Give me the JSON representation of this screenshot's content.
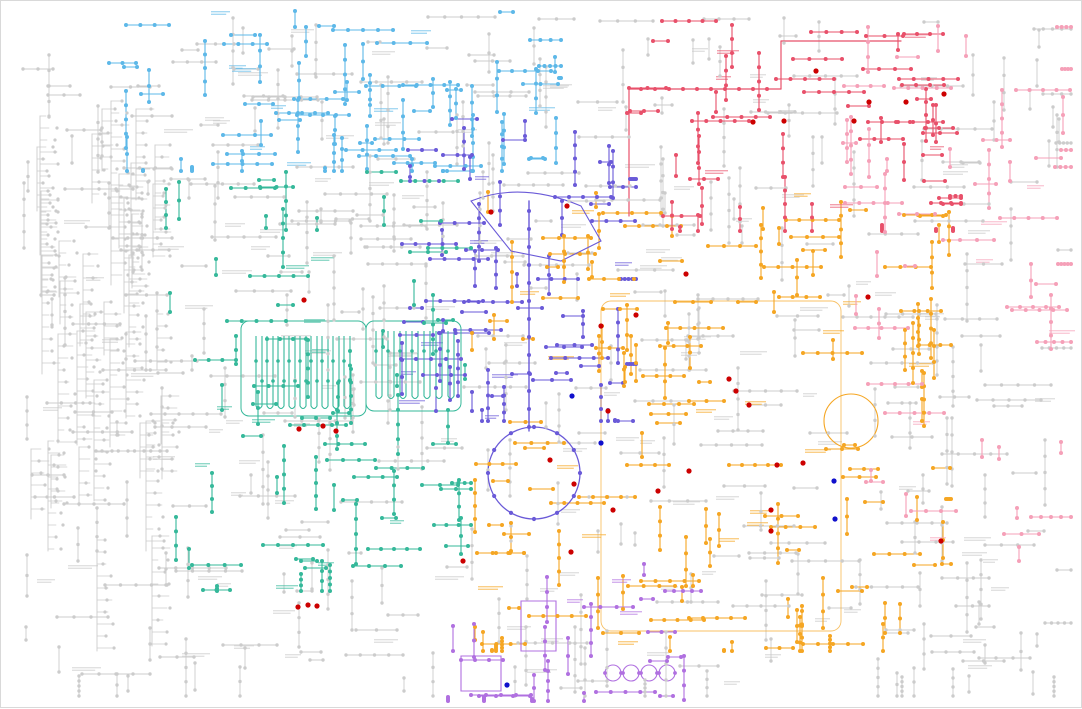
{
  "diagram": {
    "type": "metabolic-pathway-map",
    "colors": {
      "background": "#ffffff",
      "gray": "#cccccc",
      "lipid": "#5db8e8",
      "carbohydrate": "#6a5ad8",
      "amino": "#35b89a",
      "nucleotide": "#f5a623",
      "glycan": "#e8506a",
      "pink": "#f5a0b8",
      "violet": "#b070e0",
      "highlight_red": "#cc0000",
      "highlight_blue": "#1010cc"
    },
    "regions": [
      {
        "key": "lipid",
        "color": "#5db8e8"
      },
      {
        "key": "carbohydrate",
        "color": "#6a5ad8"
      },
      {
        "key": "amino",
        "color": "#35b89a"
      },
      {
        "key": "nucleotide",
        "color": "#f5a623"
      },
      {
        "key": "glycan",
        "color": "#e8506a"
      },
      {
        "key": "pink",
        "color": "#f5a0b8"
      },
      {
        "key": "violet",
        "color": "#b070e0"
      }
    ],
    "labels": []
  }
}
